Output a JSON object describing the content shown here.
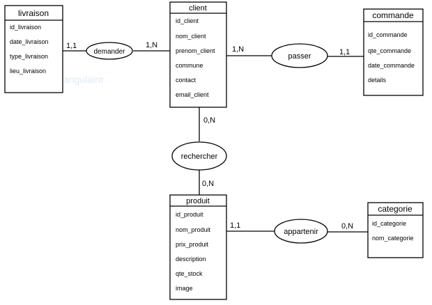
{
  "entities": [
    {
      "key": "livraison",
      "title": "livraison",
      "attributes": [
        "id_livraison",
        "date_livraison",
        "type_livraison",
        "lieu_livraison"
      ]
    },
    {
      "key": "client",
      "title": "client",
      "attributes": [
        "id_client",
        "nom_client",
        "prenom_client",
        "commune",
        "contact",
        "email_client"
      ]
    },
    {
      "key": "commande",
      "title": "commande",
      "attributes": [
        "id_commande",
        "qte_commande",
        "date_commande",
        "details"
      ]
    },
    {
      "key": "produit",
      "title": "produit",
      "attributes": [
        "id_produit",
        "nom_produit",
        "prix_produit",
        "description",
        "qte_stock",
        "image"
      ]
    },
    {
      "key": "categorie",
      "title": "categorie",
      "attributes": [
        "id_categorie",
        "nom_categorie"
      ]
    }
  ],
  "relations": [
    {
      "key": "demander",
      "label": "demander"
    },
    {
      "key": "passer",
      "label": "passer"
    },
    {
      "key": "rechercher",
      "label": "rechercher"
    },
    {
      "key": "appartenir",
      "label": "appartenir"
    }
  ],
  "cardinalities": {
    "livraison_demander": "1,1",
    "client_demander": "1,N",
    "client_passer": "1,N",
    "commande_passer": "1,1",
    "client_rechercher": "0,N",
    "produit_rechercher": "0,N",
    "produit_appartenir": "1,1",
    "categorie_appartenir": "0,N"
  },
  "faint_overlay_text": "Capture rectangulaire"
}
